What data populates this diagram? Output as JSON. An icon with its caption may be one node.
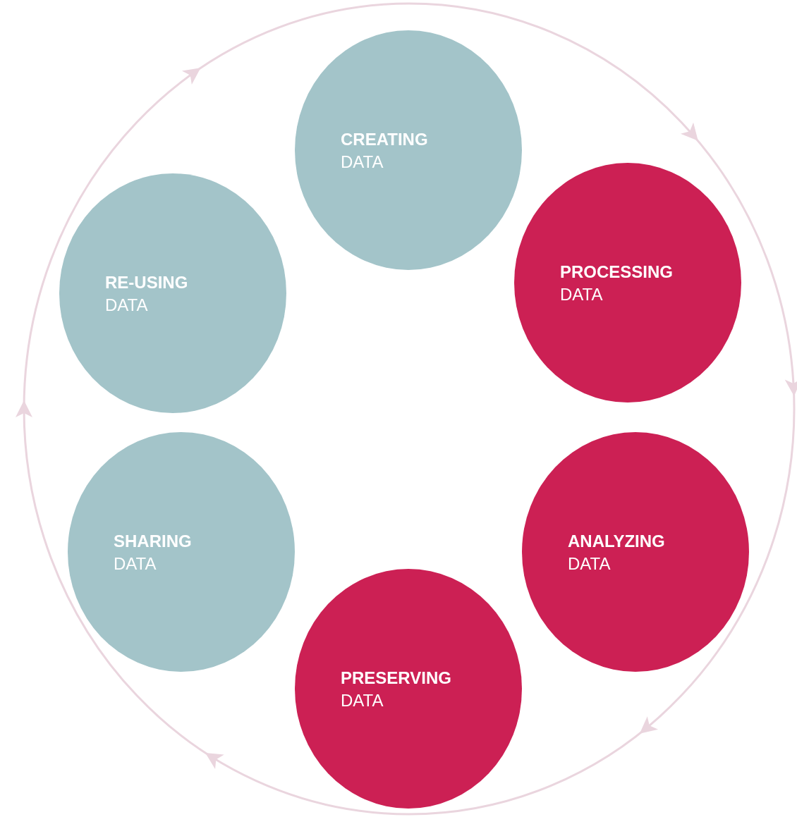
{
  "diagram": {
    "nodes": [
      {
        "text": [
          "CREATING",
          "DATA"
        ]
      },
      {
        "text": [
          "PROCESSING",
          "DATA"
        ]
      },
      {
        "text": [
          "ANALYZING",
          "DATA"
        ]
      },
      {
        "text": [
          "PRESERVING",
          "DATA"
        ]
      },
      {
        "text": [
          "SHARING",
          "DATA"
        ]
      },
      {
        "text": [
          "RE-USING",
          "DATA"
        ]
      }
    ]
  }
}
